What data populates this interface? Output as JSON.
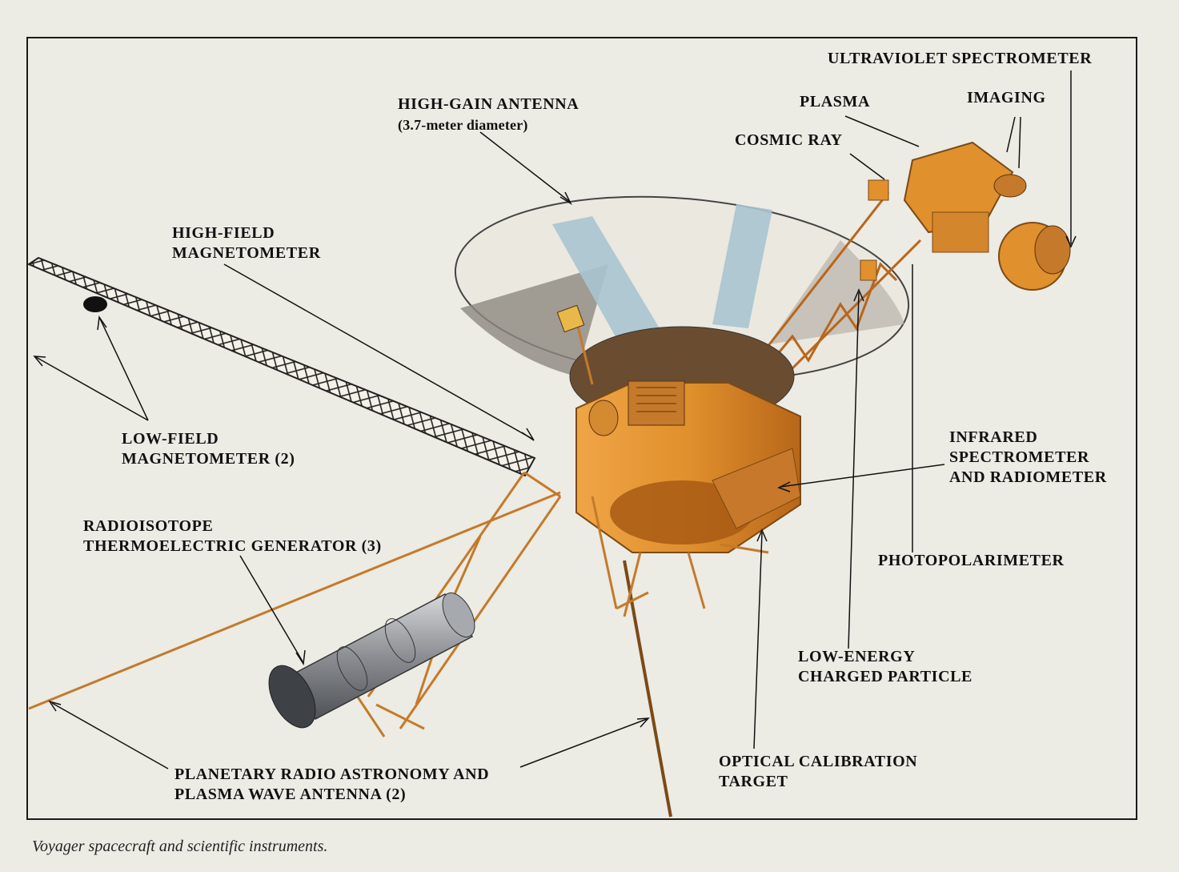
{
  "figure": {
    "caption": "Voyager spacecraft and scientific instruments."
  },
  "labels": {
    "uv_spectrometer": "ULTRAVIOLET SPECTROMETER",
    "imaging": "IMAGING",
    "plasma": "PLASMA",
    "cosmic_ray": "COSMIC RAY",
    "high_gain_antenna": "HIGH-GAIN ANTENNA",
    "high_gain_antenna_note": "(3.7-meter diameter)",
    "high_field_mag_line1": "HIGH-FIELD",
    "high_field_mag_line2": "MAGNETOMETER",
    "low_field_mag_line1": "LOW-FIELD",
    "low_field_mag_line2": "MAGNETOMETER (2)",
    "rtg_line1": "RADIOISOTOPE",
    "rtg_line2": "THERMOELECTRIC GENERATOR (3)",
    "infrared_line1": "INFRARED",
    "infrared_line2": "SPECTROMETER",
    "infrared_line3": "AND RADIOMETER",
    "photopolarimeter": "PHOTOPOLARIMETER",
    "low_energy_line1": "LOW-ENERGY",
    "low_energy_line2": "CHARGED PARTICLE",
    "optical_line1": "OPTICAL CALIBRATION",
    "optical_line2": "TARGET",
    "pra_line1": "PLANETARY RADIO ASTRONOMY AND",
    "pra_line2": "PLASMA WAVE ANTENNA (2)"
  },
  "colors": {
    "bus": "#e0902c",
    "bus_dark": "#b8661a",
    "dish_light": "#ebe8e0",
    "dish_shadow": "#8d8780",
    "dish_blue": "#a8c4cf",
    "rtg": "#8a8c90",
    "background": "#ecebe4",
    "ink": "#111111"
  }
}
